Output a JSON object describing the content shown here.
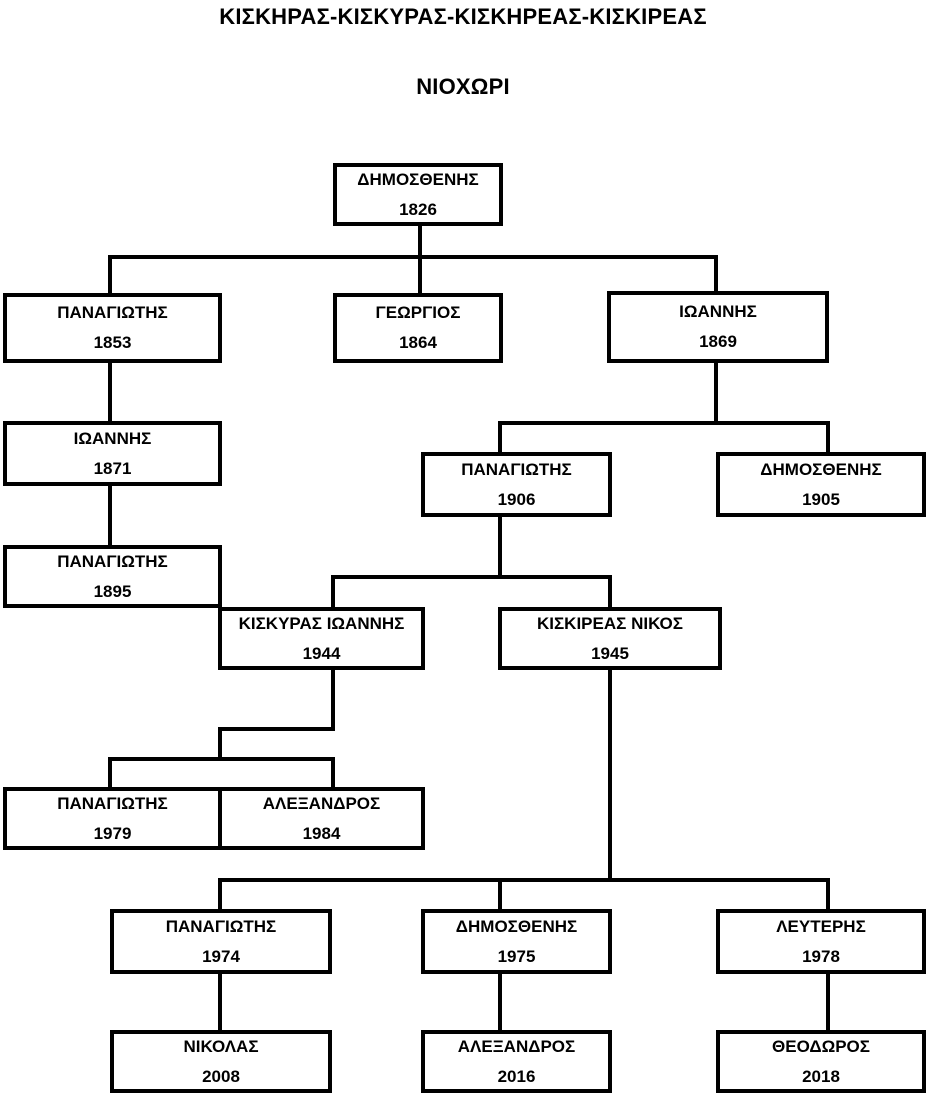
{
  "header": {
    "title": "ΚΙΣΚΗΡΑΣ-ΚΙΣΚΥΡΑΣ-ΚΙΣΚΗΡΕΑΣ-ΚΙΣΚΙΡΕΑΣ",
    "subtitle": "ΝΙΟΧΩΡΙ"
  },
  "colors": {
    "line": "#000000",
    "box_fill": "#ffffff",
    "text": "#000000"
  },
  "tree": {
    "nodes": [
      {
        "id": "n0",
        "name": "ΔΗΜΟΣΘΕΝΗΣ",
        "year": "1826",
        "parent": null
      },
      {
        "id": "n1",
        "name": "ΠΑΝΑΓΙΩΤΗΣ",
        "year": "1853",
        "parent": "n0"
      },
      {
        "id": "n2",
        "name": "ΓΕΩΡΓΙΟΣ",
        "year": "1864",
        "parent": "n0"
      },
      {
        "id": "n3",
        "name": "ΙΩΑΝΝΗΣ",
        "year": "1869",
        "parent": "n0"
      },
      {
        "id": "n4",
        "name": "ΙΩΑΝΝΗΣ",
        "year": "1871",
        "parent": "n1"
      },
      {
        "id": "n5",
        "name": "ΠΑΝΑΓΙΩΤΗΣ",
        "year": "1906",
        "parent": "n3"
      },
      {
        "id": "n6",
        "name": "ΔΗΜΟΣΘΕΝΗΣ",
        "year": "1905",
        "parent": "n3"
      },
      {
        "id": "n7",
        "name": "ΠΑΝΑΓΙΩΤΗΣ",
        "year": "1895",
        "parent": "n4"
      },
      {
        "id": "n8",
        "name": "ΚΙΣΚΥΡΑΣ ΙΩΑΝΝΗΣ",
        "year": "1944",
        "parent": "n5"
      },
      {
        "id": "n9",
        "name": "ΚΙΣΚΙΡΕΑΣ ΝΙΚΟΣ",
        "year": "1945",
        "parent": "n5"
      },
      {
        "id": "n10",
        "name": "ΠΑΝΑΓΙΩΤΗΣ",
        "year": "1979",
        "parent": "n8"
      },
      {
        "id": "n11",
        "name": "ΑΛΕΞΑΝΔΡΟΣ",
        "year": "1984",
        "parent": "n8"
      },
      {
        "id": "n12",
        "name": "ΠΑΝΑΓΙΩΤΗΣ",
        "year": "1974",
        "parent": "n9"
      },
      {
        "id": "n13",
        "name": "ΔΗΜΟΣΘΕΝΗΣ",
        "year": "1975",
        "parent": "n9"
      },
      {
        "id": "n14",
        "name": "ΛΕΥΤΕΡΗΣ",
        "year": "1978",
        "parent": "n9"
      },
      {
        "id": "n15",
        "name": "ΝΙΚΟΛΑΣ",
        "year": "2008",
        "parent": "n12"
      },
      {
        "id": "n16",
        "name": "ΑΛΕΞΑΝΔΡΟΣ",
        "year": "2016",
        "parent": "n13"
      },
      {
        "id": "n17",
        "name": "ΘΕΟΔΩΡΟΣ",
        "year": "2018",
        "parent": "n14"
      }
    ]
  }
}
